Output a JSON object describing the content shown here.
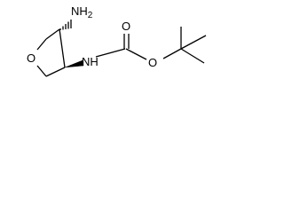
{
  "molecule": {
    "atoms": {
      "amine": "NH2",
      "ring_oxygen": "O",
      "carbamate_nitrogen": "NH",
      "carbonyl_oxygen": "O",
      "ester_oxygen": "O"
    },
    "stereo_bonds": {
      "amine_bond": "hashed",
      "carbamate_bond": "wedged"
    }
  }
}
